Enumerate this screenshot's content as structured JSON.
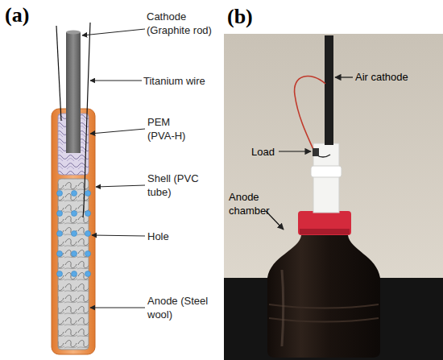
{
  "diagram": {
    "labels": [
      "(a)",
      "(b)",
      "Cathode (Graphite rod)",
      "Titanium wire",
      "PEM (PVA-H)",
      "Shell (PVC tube)",
      "Hole",
      "Anode (Steel wool)",
      "Air cathode",
      "Load",
      "Anode chamber"
    ]
  }
}
